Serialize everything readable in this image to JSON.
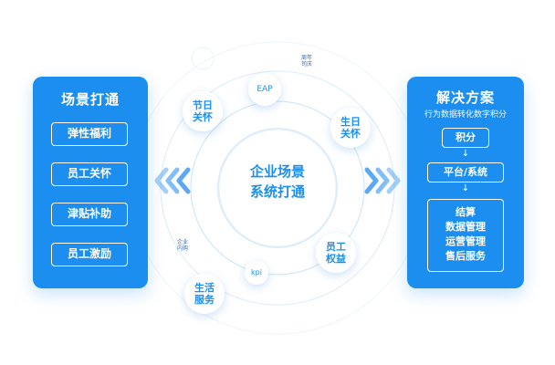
{
  "left_panel": {
    "title": "场景打通",
    "items": [
      "弹性福利",
      "员工关怀",
      "津贴补助",
      "员工激励"
    ]
  },
  "right_panel": {
    "title": "解决方案",
    "subtitle": "行为数据转化数字积分",
    "step1": "积分",
    "step2": "平台/系统",
    "step3_lines": [
      "结算",
      "数据管理",
      "运营管理",
      "售后服务"
    ],
    "arrow": "↓"
  },
  "center": {
    "line1": "企业场景",
    "line2": "系统打通"
  },
  "nodes": {
    "festival": [
      "节日",
      "关怀"
    ],
    "eap": "EAP",
    "birthday": [
      "生日",
      "关怀"
    ],
    "employee_rights": [
      "员工",
      "权益"
    ],
    "kpi": "kpi",
    "life_service": [
      "生活",
      "服务"
    ],
    "anniversary": [
      "周年",
      "司庆"
    ],
    "internal_buy": [
      "企业",
      "内购"
    ]
  },
  "colors": {
    "primary": "#1c8ef0",
    "ring": "#dbe9f7",
    "chevron": "#5aa9f2"
  },
  "icons": [
    "chevron-left-icon",
    "chevron-right-icon",
    "arrow-down-icon"
  ]
}
